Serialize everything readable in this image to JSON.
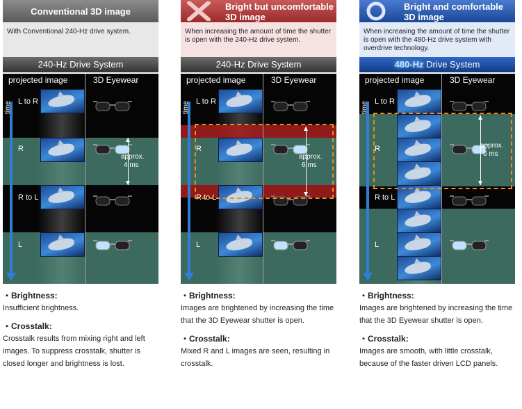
{
  "columns": [
    {
      "variant": "gray",
      "title": "Conventional 3D image",
      "desc": "With Conventional 240-Hz drive system.",
      "bar_hz": "",
      "bar_label": "240-Hz Drive System",
      "labels": {
        "projected": "projected image",
        "eyewear": "3D Eyewear",
        "time": "time"
      },
      "rows": [
        "L to R",
        "R",
        "R to L",
        "L"
      ],
      "approx": "approx.",
      "ms": "4 ms",
      "notes": [
        {
          "heading": "・Brightness:",
          "text": "Insufficient brightness."
        },
        {
          "heading": "・Crosstalk:",
          "text": "Crosstalk results from mixing right and left images. To suppress crosstalk, shutter is closed longer and brightness is lost."
        }
      ]
    },
    {
      "variant": "red",
      "title": "Bright but uncomfortable 3D image",
      "desc": "When increasing the amount of time the shutter is open with the 240-Hz drive system.",
      "bar_hz": "",
      "bar_label": "240-Hz Drive System",
      "labels": {
        "projected": "projected image",
        "eyewear": "3D Eyewear",
        "time": "time"
      },
      "rows": [
        "L to R",
        "R",
        "R to L",
        "L"
      ],
      "approx": "approx.",
      "ms": "6 ms",
      "notes": [
        {
          "heading": "・Brightness:",
          "text": "Images are brightened by increasing the time that the 3D Eyewear shutter is open."
        },
        {
          "heading": "・Crosstalk:",
          "text": "Mixed R and L images are seen, resulting in crosstalk."
        }
      ]
    },
    {
      "variant": "blue",
      "title": "Bright and comfortable 3D image",
      "desc": "When increasing the amount of time the shutter is open with the 480-Hz drive system with overdrive technology.",
      "bar_hz": "480-Hz",
      "bar_label": " Drive System",
      "labels": {
        "projected": "projected image",
        "eyewear": "3D Eyewear",
        "time": "time"
      },
      "rows": [
        "L to R",
        "R",
        "R to L",
        "L"
      ],
      "approx": "approx.",
      "ms": "6 ms",
      "notes": [
        {
          "heading": "・Brightness:",
          "text": "Images are brightened by increasing the time that the 3D Eyewear shutter is open."
        },
        {
          "heading": "・Crosstalk:",
          "text": "Images are smooth, with little crosstalk, because of the faster driven LCD panels."
        }
      ]
    }
  ],
  "colors": {
    "accent_blue": "#2f7fd6",
    "band_teal": "#60aa96",
    "band_red": "#aa1e1e",
    "dash_orange": "#f08a1a"
  }
}
